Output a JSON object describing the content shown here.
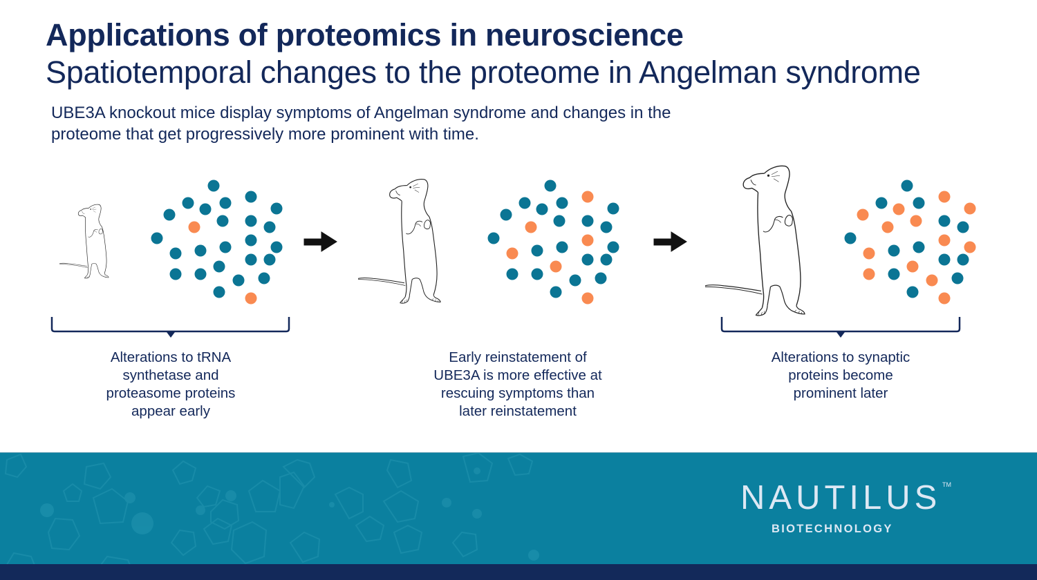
{
  "header": {
    "title": "Applications of proteomics in neuroscience",
    "subtitle": "Spatiotemporal changes to the proteome in Angelman syndrome"
  },
  "intro": {
    "lines": [
      "UBE3A knockout mice display symptoms of Angelman syndrome and changes in the",
      "proteome that get progressively more prominent with time."
    ]
  },
  "colors": {
    "text": "#13285a",
    "teal_dot": "#0b7594",
    "orange_dot": "#f98a51",
    "footer_teal": "#0b809f",
    "footer_navy": "#13295a",
    "logo": "#dde8f4"
  },
  "stages": [
    {
      "mouse_icon": "standing-mouse-icon",
      "mouse_size": "small",
      "protein_dots": {
        "teal_count": 24,
        "orange_count": 2,
        "orange_flags": [
          false,
          false,
          false,
          false,
          false,
          false,
          false,
          false,
          false,
          true,
          false,
          false,
          false,
          false,
          false,
          false,
          false,
          false,
          false,
          false,
          false,
          false,
          false,
          false,
          false,
          true
        ]
      }
    },
    {
      "mouse_icon": "standing-mouse-icon",
      "mouse_size": "medium",
      "protein_dots": {
        "teal_count": 20,
        "orange_count": 6,
        "orange_flags": [
          false,
          true,
          false,
          false,
          false,
          false,
          false,
          false,
          false,
          true,
          false,
          false,
          true,
          true,
          false,
          false,
          false,
          false,
          false,
          true,
          false,
          false,
          false,
          false,
          false,
          true
        ]
      }
    },
    {
      "mouse_icon": "standing-mouse-icon",
      "mouse_size": "large",
      "protein_dots": {
        "teal_count": 13,
        "orange_count": 13,
        "orange_flags": [
          false,
          true,
          false,
          false,
          true,
          true,
          true,
          true,
          false,
          true,
          false,
          false,
          true,
          true,
          false,
          false,
          true,
          false,
          false,
          true,
          true,
          false,
          true,
          false,
          false,
          true
        ]
      }
    }
  ],
  "arrows": [
    "right-arrow-icon",
    "right-arrow-icon"
  ],
  "captions": [
    {
      "lines": [
        "Alterations to tRNA",
        "synthetase and",
        "proteasome proteins",
        "appear early"
      ]
    },
    {
      "lines": [
        "Early reinstatement of",
        "UBE3A is more effective at",
        "rescuing symptoms than",
        "later reinstatement"
      ]
    },
    {
      "lines": [
        "Alterations to synaptic",
        "proteins become",
        "prominent later"
      ]
    }
  ],
  "footer": {
    "logo_word": "NAUTILUS",
    "logo_tm": "TM",
    "logo_sub": "BIOTECHNOLOGY"
  }
}
